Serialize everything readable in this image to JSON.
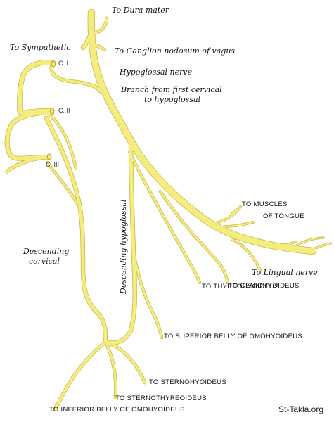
{
  "colors": {
    "nerve_fill": "#f5ec7e",
    "nerve_edge": "#b9ad3a",
    "text": "#111111",
    "background": "#ffffff"
  },
  "labels": {
    "dura_mater": "To Dura mater",
    "sympathetic": "To Sympathetic",
    "ganglion_nodosum": "To Ganglion nodosum of vagus",
    "hypoglossal_nerve": "Hypoglossal nerve",
    "branch_first_cervical_1": "Branch from first cervical",
    "branch_first_cervical_2": "to hypoglossal",
    "c1": "C. I",
    "c2": "C. II",
    "c3": "C. III",
    "descending_hypoglossal": "Descending hypoglossal",
    "descending_cervical_1": "Descending",
    "descending_cervical_2": "cervical",
    "muscles_of_tongue_1": "TO  MUSCLES",
    "muscles_of_tongue_2": "OF  TONGUE",
    "lingual_nerve": "To Lingual nerve",
    "geniohyoideus": "TO GENIOHYOIDEUS",
    "thyreohyoideus": "TO THYREOHYOIDEUS",
    "superior_belly_omohyoideus": "TO SUPERIOR BELLY OF OMOHYOIDEUS",
    "sternohyoideus": "TO STERNOHYOIDEUS",
    "sternothyreoideus": "TO STERNOTHYREOIDEUS",
    "inferior_belly_omohyoideus": "TO INFERIOR BELLY OF OMOHYOIDEUS"
  },
  "watermark": "St-Takla.org"
}
